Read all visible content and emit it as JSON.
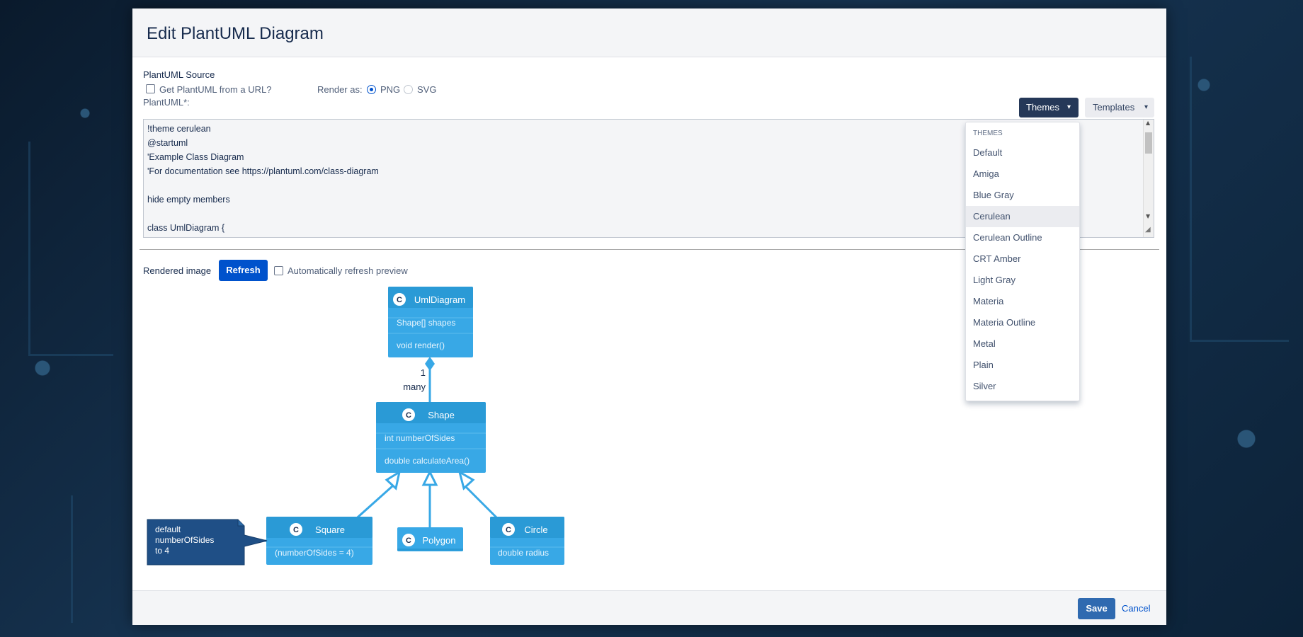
{
  "dialog": {
    "title": "Edit PlantUML Diagram"
  },
  "source": {
    "section_label": "PlantUML Source",
    "url_checkbox_label": "Get PlantUML from a URL?",
    "url_checked": false,
    "render_as_label": "Render as:",
    "render_options": [
      {
        "label": "PNG",
        "selected": true
      },
      {
        "label": "SVG",
        "selected": false
      }
    ],
    "field_label": "PlantUML*:",
    "code_lines": [
      "!theme cerulean",
      "@startuml",
      "'Example Class Diagram",
      "'For documentation see https://plantuml.com/class-diagram",
      "",
      "hide empty members",
      "",
      "class UmlDiagram {"
    ]
  },
  "toolbar": {
    "themes_label": "Themes",
    "templates_label": "Templates"
  },
  "themes_menu": {
    "heading": "THEMES",
    "items": [
      "Default",
      "Amiga",
      "Blue Gray",
      "Cerulean",
      "Cerulean Outline",
      "CRT Amber",
      "Light Gray",
      "Materia",
      "Materia Outline",
      "Metal",
      "Plain",
      "Silver"
    ],
    "selected": "Cerulean"
  },
  "preview": {
    "label": "Rendered image",
    "refresh_label": "Refresh",
    "auto_refresh_label": "Automatically refresh preview",
    "auto_refresh_checked": false
  },
  "diagram": {
    "stereotype_letter": "C",
    "classes": {
      "uml_diagram": {
        "name": "UmlDiagram",
        "members": [
          "Shape[] shapes",
          "void render()"
        ]
      },
      "shape": {
        "name": "Shape",
        "members": [
          "int numberOfSides",
          "double calculateArea()"
        ]
      },
      "square": {
        "name": "Square",
        "members": [
          "(numberOfSides = 4)"
        ]
      },
      "polygon": {
        "name": "Polygon",
        "members": []
      },
      "circle": {
        "name": "Circle",
        "members": [
          "double radius"
        ]
      }
    },
    "multiplicity_one": "1",
    "multiplicity_many": "many",
    "note_lines": [
      "default",
      "numberOfSides",
      "to 4"
    ],
    "colors": {
      "class_fill": "#38a8e6",
      "class_header": "#2a9ad6",
      "note_fill": "#1f4f86",
      "line": "#38a8e6"
    }
  },
  "footer": {
    "save_label": "Save",
    "cancel_label": "Cancel"
  }
}
